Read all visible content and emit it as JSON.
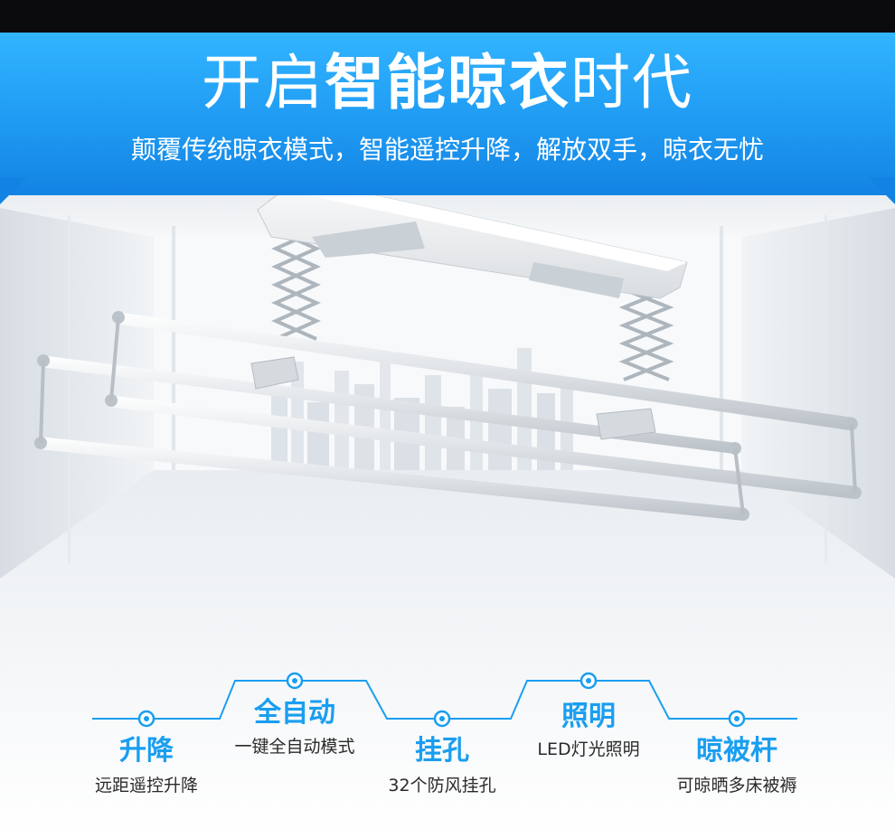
{
  "banner": {
    "title_light_1": "开启",
    "title_bold": "智能晾衣",
    "title_light_2": "时代",
    "subtitle": "颠覆传统晾衣模式，智能遥控升降，解放双手，晾衣无忧"
  },
  "colors": {
    "banner_top": "#32b4ff",
    "banner_bottom": "#1383e3",
    "accent": "#1a9ef0",
    "top_bar": "#0b0b0d"
  },
  "features": [
    {
      "name": "升降",
      "desc": "远距遥控升降"
    },
    {
      "name": "全自动",
      "desc": "一键全自动模式"
    },
    {
      "name": "挂孔",
      "desc": "32个防风挂孔"
    },
    {
      "name": "照明",
      "desc": "LED灯光照明"
    },
    {
      "name": "晾被杆",
      "desc": "可晾晒多床被褥"
    }
  ]
}
